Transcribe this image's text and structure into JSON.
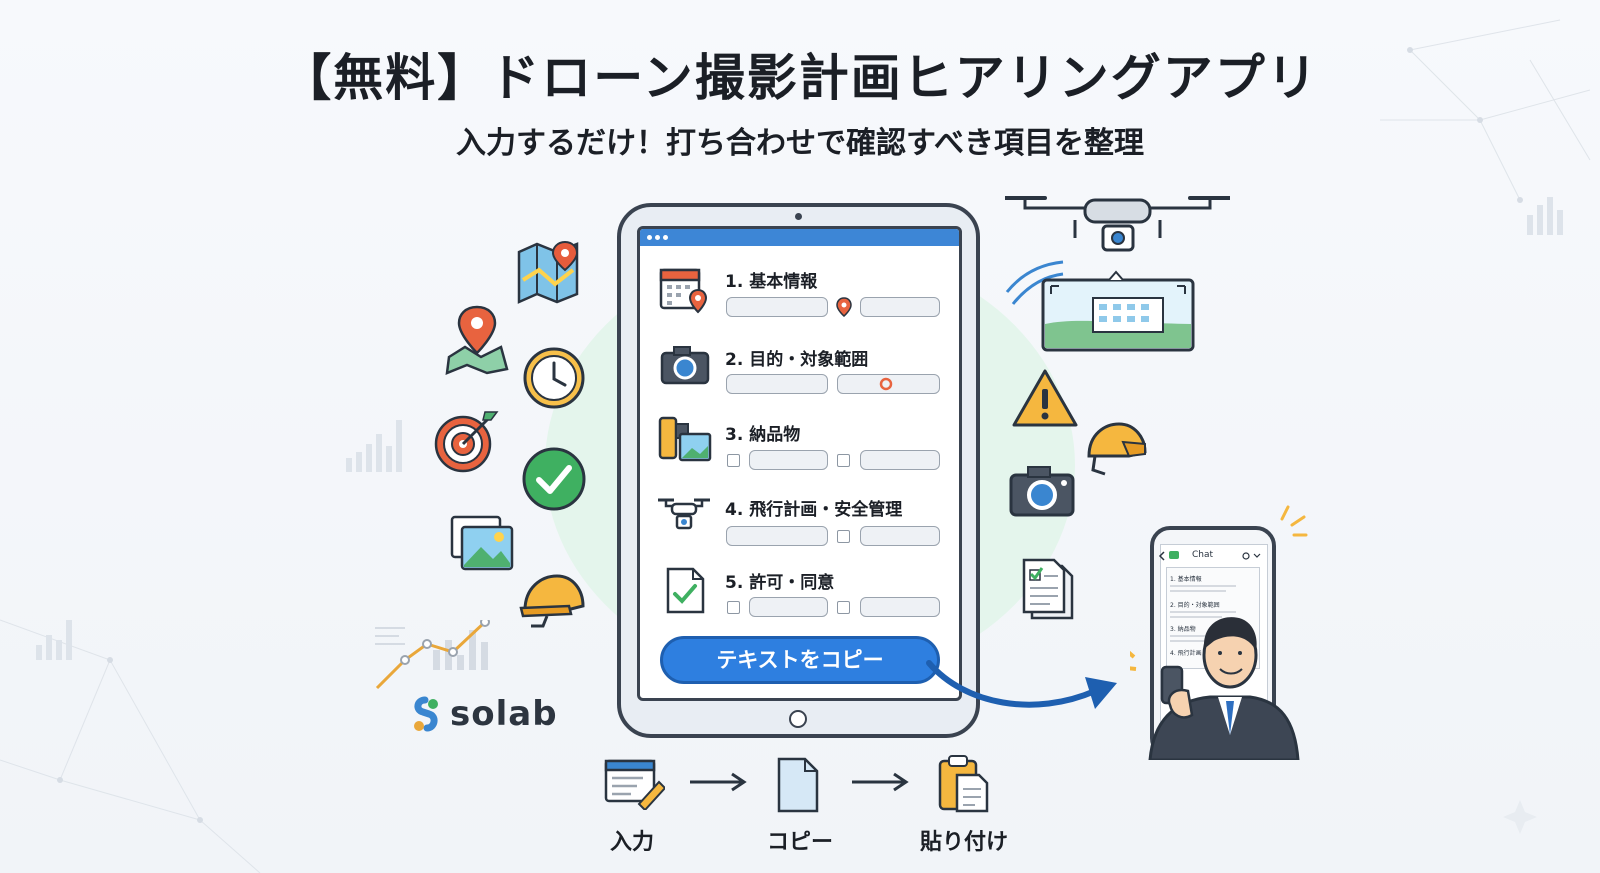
{
  "header": {
    "title": "【無料】ドローン撮影計画ヒアリングアプリ",
    "subtitle": "入力するだけ！打ち合わせで確認すべき項目を整理"
  },
  "form": {
    "sections": [
      {
        "label": "1. 基本情報",
        "icon": "calendar-pin-icon"
      },
      {
        "label": "2. 目的・対象範囲",
        "icon": "camera-icon"
      },
      {
        "label": "3. 納品物",
        "icon": "film-photo-icon"
      },
      {
        "label": "4. 飛行計画・安全管理",
        "icon": "drone-icon"
      },
      {
        "label": "5. 許可・同意",
        "icon": "document-check-icon"
      }
    ],
    "copy_button": "テキストをコピー"
  },
  "phone": {
    "chat_label": "Chat",
    "lines": [
      "1. 基本情報",
      "2. 目的・対象範囲",
      "3. 納品物",
      "4. 飛行計画・安全"
    ]
  },
  "flow": {
    "steps": [
      "入力",
      "コピー",
      "貼り付け"
    ]
  },
  "brand": {
    "name": "solab"
  },
  "colors": {
    "accent": "#2e7fe0",
    "outline": "#3a4350",
    "mint": "#e4f5ec"
  }
}
